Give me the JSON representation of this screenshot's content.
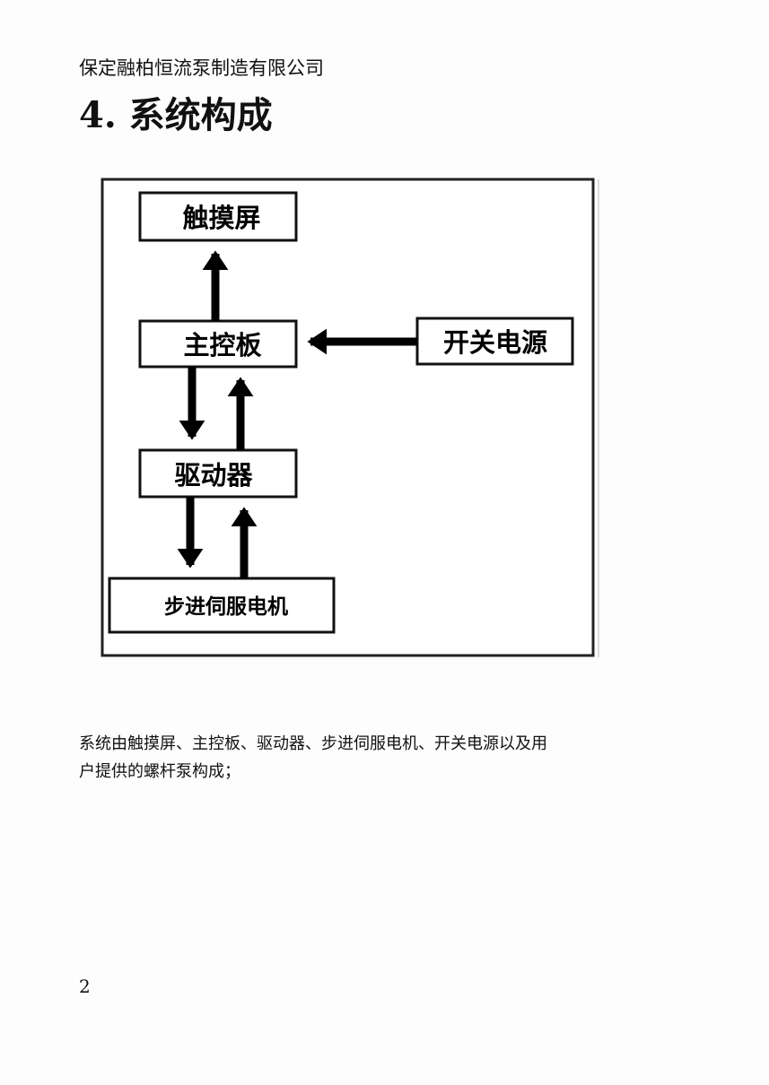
{
  "header": {
    "company": "保定融柏恒流泵制造有限公司"
  },
  "section": {
    "title": "4. 系统构成"
  },
  "diagram": {
    "nodes": {
      "touchscreen": "触摸屏",
      "main_board": "主控板",
      "power_supply": "开关电源",
      "driver": "驱动器",
      "motor": "步进伺服电机"
    },
    "edges": [
      {
        "from": "main_board",
        "to": "touchscreen"
      },
      {
        "from": "power_supply",
        "to": "main_board"
      },
      {
        "from": "main_board",
        "to": "driver"
      },
      {
        "from": "driver",
        "to": "main_board"
      },
      {
        "from": "driver",
        "to": "motor"
      },
      {
        "from": "motor",
        "to": "driver"
      }
    ]
  },
  "body": {
    "line1": "系统由触摸屏、主控板、驱动器、步进伺服电机、开关电源以及用",
    "line2": "户提供的螺杆泵构成；"
  },
  "footer": {
    "page_number": "2"
  }
}
